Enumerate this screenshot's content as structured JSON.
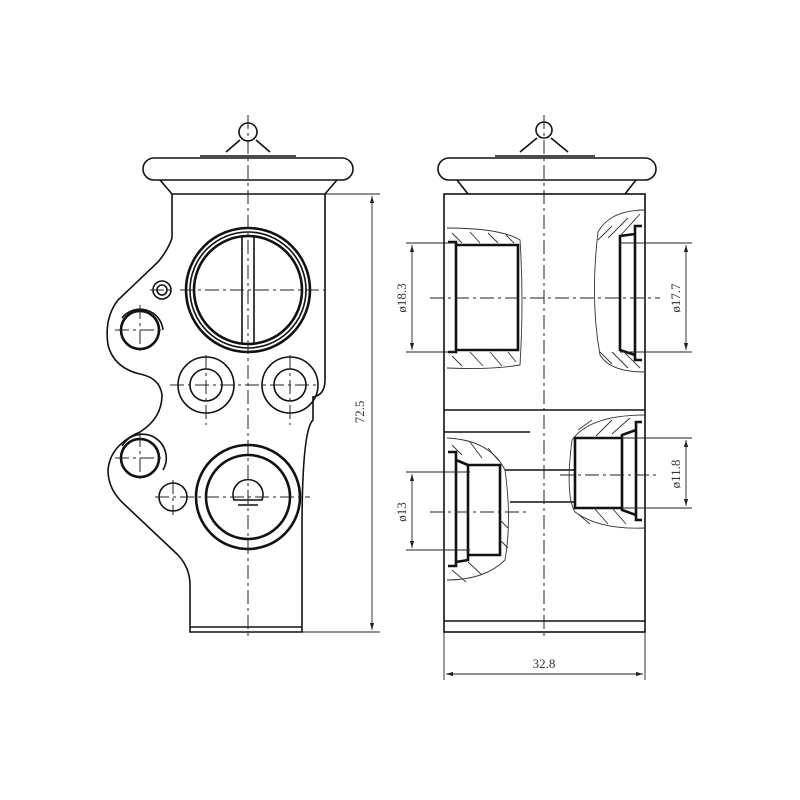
{
  "title": "Expansion valve technical drawing",
  "dimensions": {
    "height": "72.5",
    "width": "32.8",
    "port_upper_left": "ø18.3",
    "port_upper_right": "ø17.7",
    "port_lower_left": "ø13",
    "port_lower_right": "ø11.8"
  },
  "colors": {
    "line": "#111111",
    "background": "#ffffff"
  }
}
